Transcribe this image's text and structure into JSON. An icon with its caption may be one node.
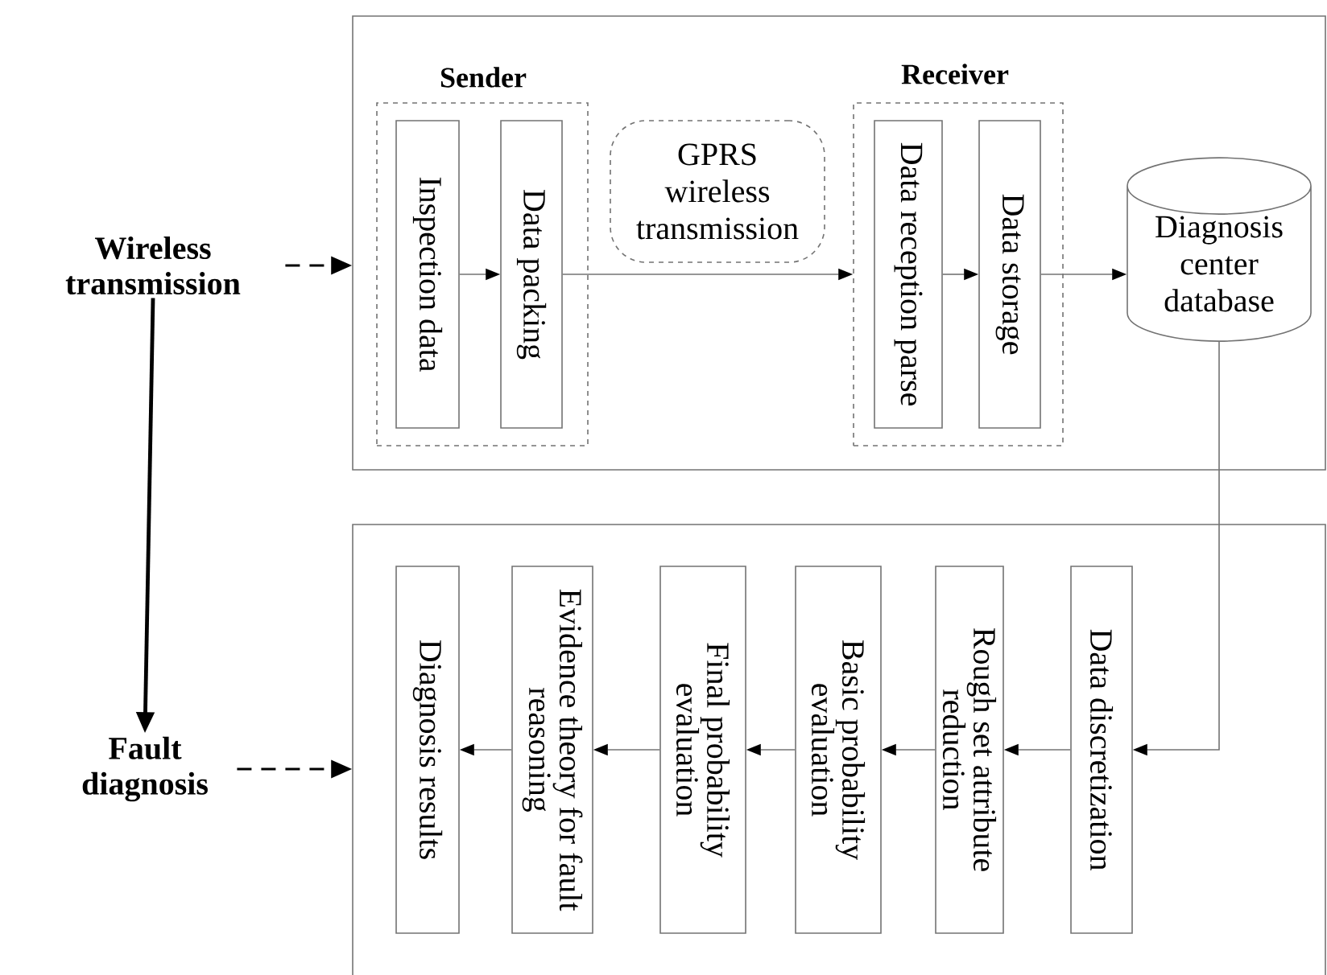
{
  "diagram": {
    "nodes": [
      {
        "text": [
          "Wireless transmission"
        ]
      },
      {
        "text": [],
        "shape": "box"
      },
      {
        "text": [
          "Sender"
        ],
        "in": 1
      },
      {
        "text": [
          "Inspection data"
        ],
        "in": 2
      },
      {
        "text": [
          "Data packing"
        ],
        "in": 2
      },
      {
        "text": [
          "GPRS wireless transmission"
        ],
        "in": 1
      },
      {
        "text": [
          "Receiver"
        ],
        "in": 1
      },
      {
        "text": [
          "Data reception parse"
        ],
        "in": 6
      },
      {
        "text": [
          "Data storage"
        ],
        "in": 6
      },
      {
        "text": [
          "Diagnosis center database"
        ],
        "in": 1
      },
      {
        "text": [
          "Fault diagnosis"
        ]
      },
      {
        "text": [],
        "shape": "box"
      },
      {
        "text": [
          "Data discretization"
        ],
        "in": 11
      },
      {
        "text": [
          "Rough set attribute reduction"
        ],
        "in": 11
      },
      {
        "text": [
          "Basic probability evaluation"
        ],
        "in": 11
      },
      {
        "text": [
          "Final probability evaluation"
        ],
        "in": 11
      },
      {
        "text": [
          "Evidence theory for fault reasoning"
        ],
        "in": 11
      },
      {
        "text": [
          "Diagnosis results"
        ],
        "in": 11
      }
    ],
    "edges": [
      {
        "from": 0,
        "to": 1,
        "arrow": "to",
        "style": "dashed",
        "color": "#000000"
      },
      {
        "from": 0,
        "to": 10,
        "arrow": "to",
        "style": "thick",
        "color": "#000000"
      },
      {
        "from": 10,
        "to": 11,
        "arrow": "to",
        "style": "dashed",
        "color": "#000000"
      },
      {
        "from": 3,
        "to": 4,
        "arrow": "to"
      },
      {
        "from": 4,
        "to": 6,
        "arrow": "to"
      },
      {
        "from": 7,
        "to": 8,
        "arrow": "to"
      },
      {
        "from": 8,
        "to": 9,
        "arrow": "to"
      },
      {
        "from": 9,
        "to": 12,
        "arrow": "to"
      },
      {
        "from": 12,
        "to": 13,
        "arrow": "to"
      },
      {
        "from": 13,
        "to": 14,
        "arrow": "to"
      },
      {
        "from": 14,
        "to": 15,
        "arrow": "to"
      },
      {
        "from": 15,
        "to": 16,
        "arrow": "to"
      },
      {
        "from": 16,
        "to": 17,
        "arrow": "to"
      }
    ]
  }
}
